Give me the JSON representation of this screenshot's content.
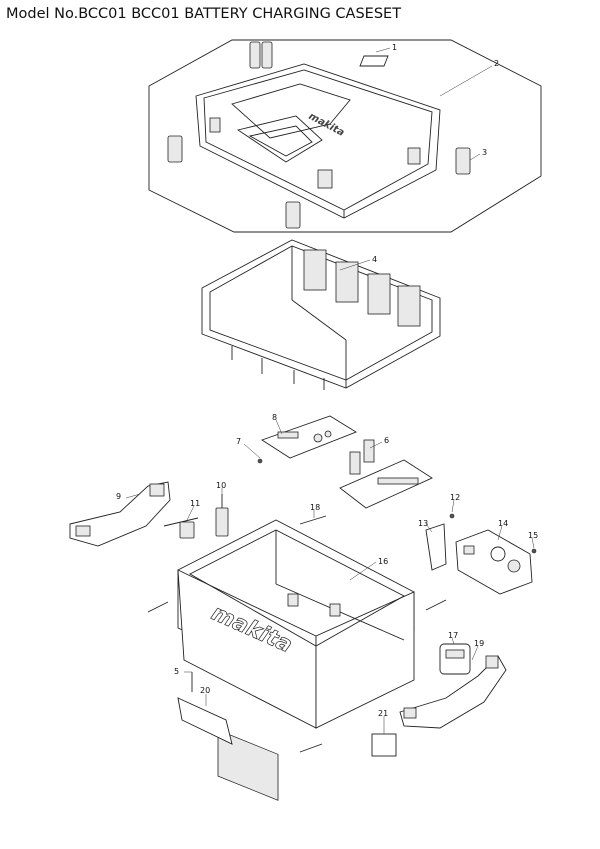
{
  "title": "Model No.BCC01 BCC01 BATTERY CHARGING CASESET",
  "brand_logo": "makita",
  "parts": [
    {
      "id": "1",
      "label": "1"
    },
    {
      "id": "2",
      "label": "2"
    },
    {
      "id": "3",
      "label": "3"
    },
    {
      "id": "4",
      "label": "4"
    },
    {
      "id": "5",
      "label": "5"
    },
    {
      "id": "6",
      "label": "6"
    },
    {
      "id": "7",
      "label": "7"
    },
    {
      "id": "8",
      "label": "8"
    },
    {
      "id": "9",
      "label": "9"
    },
    {
      "id": "10",
      "label": "10"
    },
    {
      "id": "11",
      "label": "11"
    },
    {
      "id": "12",
      "label": "12"
    },
    {
      "id": "13",
      "label": "13"
    },
    {
      "id": "14",
      "label": "14"
    },
    {
      "id": "15",
      "label": "15"
    },
    {
      "id": "16",
      "label": "16"
    },
    {
      "id": "17",
      "label": "17"
    },
    {
      "id": "18",
      "label": "18"
    },
    {
      "id": "19",
      "label": "19"
    },
    {
      "id": "20",
      "label": "20"
    },
    {
      "id": "21",
      "label": "21"
    }
  ]
}
